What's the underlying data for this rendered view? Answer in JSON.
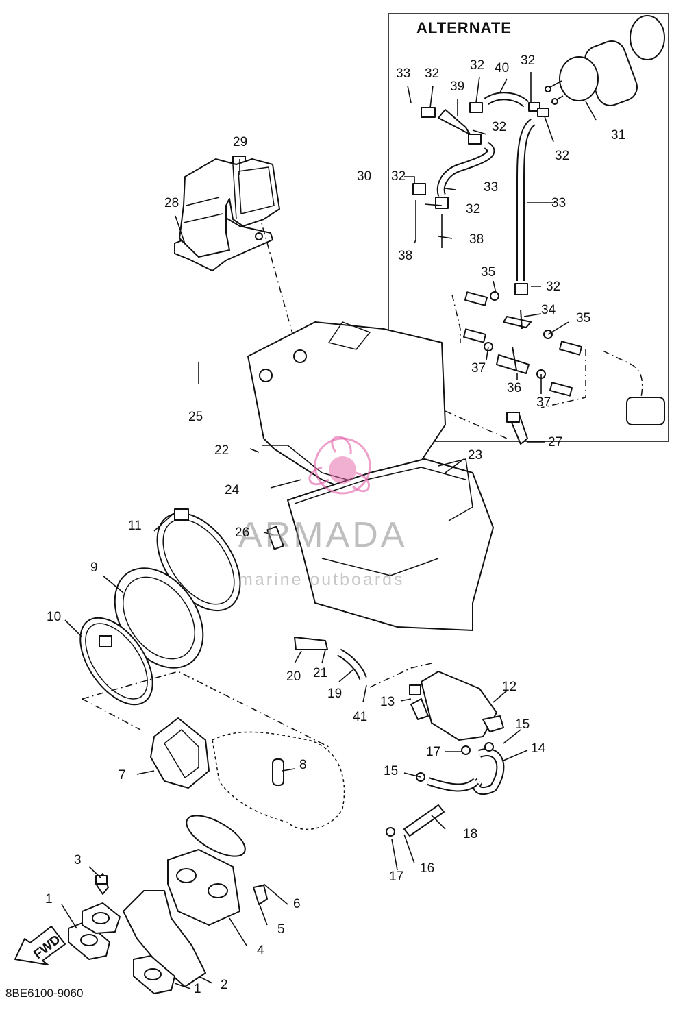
{
  "header": "ALTERNATE",
  "fwd": "FWD",
  "code": "8BE6100-9060",
  "watermark": {
    "brand": "ARMADA",
    "tagline": "marine outboards",
    "accent": "#e35fa6"
  },
  "labels": {
    "l1a": "1",
    "l1b": "1",
    "l2": "2",
    "l3": "3",
    "l4": "4",
    "l5": "5",
    "l6": "6",
    "l7": "7",
    "l8": "8",
    "l9": "9",
    "l10": "10",
    "l11": "11",
    "l12": "12",
    "l13": "13",
    "l14": "14",
    "l15a": "15",
    "l15b": "15",
    "l16": "16",
    "l17a": "17",
    "l17b": "17",
    "l18": "18",
    "l19": "19",
    "l20": "20",
    "l21": "21",
    "l22": "22",
    "l23": "23",
    "l24": "24",
    "l25": "25",
    "l26": "26",
    "l27": "27",
    "l28": "28",
    "l29": "29",
    "l30": "30",
    "l31": "31",
    "l32a": "32",
    "l32b": "32",
    "l32c": "32",
    "l32d": "32",
    "l32e": "32",
    "l32f": "32",
    "l32g": "32",
    "l32h": "32",
    "l33a": "33",
    "l33b": "33",
    "l33c": "33",
    "l34": "34",
    "l35a": "35",
    "l35b": "35",
    "l36": "36",
    "l37a": "37",
    "l37b": "37",
    "l38a": "38",
    "l38b": "38",
    "l39": "39",
    "l40": "40",
    "l41": "41"
  }
}
